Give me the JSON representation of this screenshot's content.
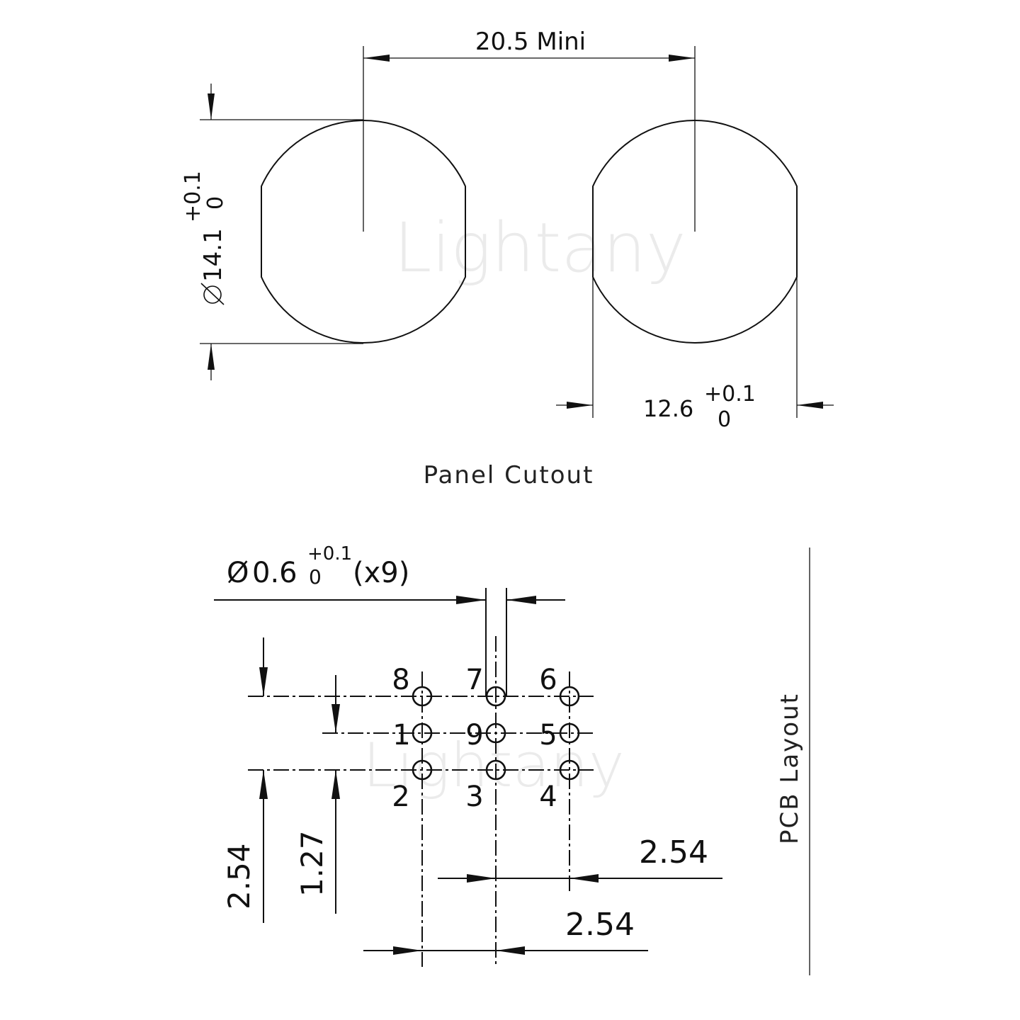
{
  "watermark": {
    "text": "Lightany",
    "color": "#ebebeb"
  },
  "panel_cutout": {
    "title": "Panel Cutout",
    "center_distance": {
      "value": "20.5 Mini"
    },
    "diameter": {
      "symbol": "⌀",
      "value": "14.1",
      "tol_upper": "+0.1",
      "tol_lower": "0"
    },
    "flat_width": {
      "value": "12.6",
      "tol_upper": "+0.1",
      "tol_lower": "0"
    }
  },
  "pcb_layout": {
    "title": "PCB Layout",
    "hole_spec": {
      "symbol": "Ø",
      "value": "0.6",
      "tol_upper": "+0.1",
      "tol_lower": "0",
      "count": "(x9)"
    },
    "pins": [
      {
        "label": "8",
        "row": 0,
        "col": 0
      },
      {
        "label": "7",
        "row": 0,
        "col": 1
      },
      {
        "label": "6",
        "row": 0,
        "col": 2
      },
      {
        "label": "1",
        "row": 1,
        "col": 0
      },
      {
        "label": "9",
        "row": 1,
        "col": 1
      },
      {
        "label": "5",
        "row": 1,
        "col": 2
      },
      {
        "label": "2",
        "row": 2,
        "col": 0
      },
      {
        "label": "3",
        "row": 2,
        "col": 1
      },
      {
        "label": "4",
        "row": 2,
        "col": 2
      }
    ],
    "dims": {
      "vertical_outer": "2.54",
      "vertical_half": "1.27",
      "horizontal_right": "2.54",
      "horizontal_left": "2.54"
    }
  },
  "colors": {
    "line": "#111111",
    "background": "#ffffff"
  }
}
